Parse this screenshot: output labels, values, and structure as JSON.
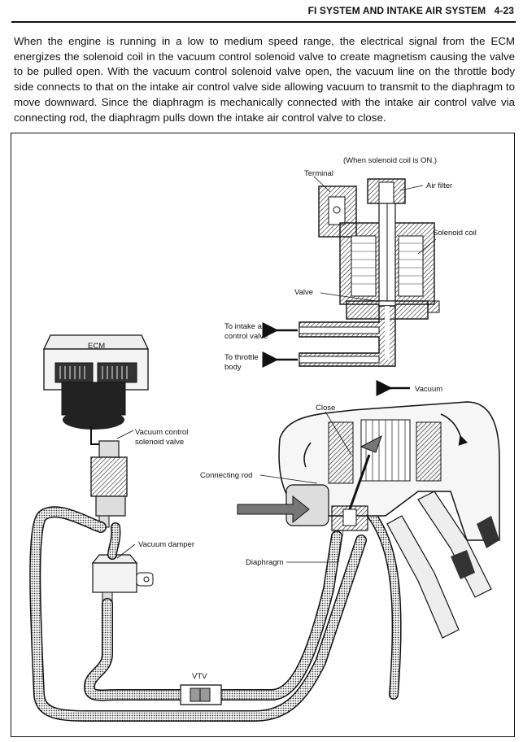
{
  "header": {
    "section_title": "FI SYSTEM AND INTAKE AIR SYSTEM",
    "page_number": "4-23"
  },
  "body_text": "When the engine is running in a low to medium speed range, the electrical signal from the ECM energizes the solenoid coil in the vacuum control solenoid valve to create magnetism causing the valve to be pulled open. With the vacuum control solenoid valve open, the vacuum line on the throttle body side connects to that on the intake air control valve side allowing vacuum to transmit to the diaphragm to move downward. Since the diaphragm is mechanically connected with the intake air control valve via connecting rod, the diaphragm pulls down the intake air control valve to close.",
  "figure": {
    "caption_condition": "(When solenoid coil is ON.)",
    "labels": {
      "terminal": "Terminal",
      "air_filter": "Air filter",
      "solenoid_coil": "Solenoid coil",
      "valve": "Valve",
      "to_intake_air_line1": "To intake air",
      "to_intake_air_line2": "control valve",
      "to_throttle_line1": "To throttle",
      "to_throttle_line2": "body",
      "vacuum": "Vacuum",
      "ecm": "ECM",
      "vacuum_control_line1": "Vacuum control",
      "vacuum_control_line2": "solenoid valve",
      "close": "Close",
      "connecting_rod": "Connecting rod",
      "vacuum_damper": "Vacuum damper",
      "diaphragm": "Diaphragm",
      "vtv": "VTV"
    }
  }
}
